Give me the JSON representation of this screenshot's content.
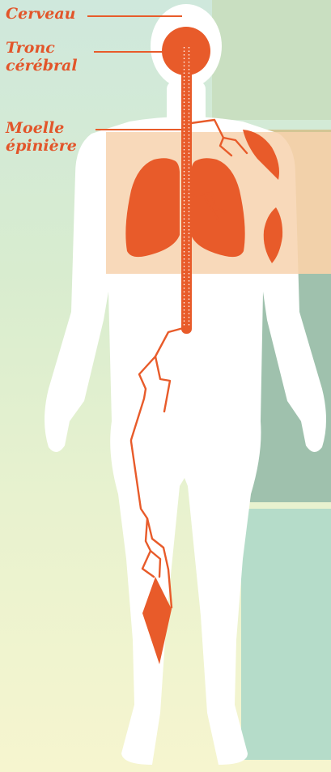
{
  "labels": {
    "cerveau": "Cerveau",
    "tronc_line1": "Tronc",
    "tronc_line2": "cérébral",
    "moelle_line1": "Moelle",
    "moelle_line2": "épinière"
  },
  "colors": {
    "accent": "#e85b2a",
    "label_text": "#e2552a",
    "body": "#ffffff",
    "torso_highlight": "#f7d2ae",
    "bg_green": "#c9dfc1",
    "bg_teal": "#9fc1ad",
    "bg_khaki": "#d3c694",
    "bg_aqua": "#b5dcc9"
  }
}
